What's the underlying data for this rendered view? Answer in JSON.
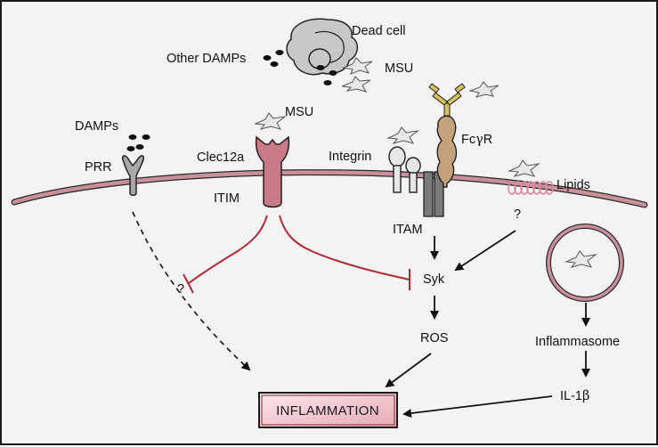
{
  "labels": {
    "dead_cell": "Dead cell",
    "other_damps": "Other DAMPs",
    "msu_top": "MSU",
    "msu_receptor": "MSU",
    "damps": "DAMPs",
    "prr": "PRR",
    "clec12a": "Clec12a",
    "itim": "ITIM",
    "integrin": "Integrin",
    "fcgr_prefix": "Fc",
    "fcgr_gamma": "γ",
    "fcgr_suffix": "R",
    "lipids": "Lipids",
    "itam": "ITAM",
    "question_lipids": "?",
    "question_left": "?",
    "syk": "Syk",
    "ros": "ROS",
    "inflammasome": "Inflammasome",
    "il1b_prefix": "IL-1",
    "il1b_beta": "β",
    "inflammation": "INFLAMMATION"
  },
  "colors": {
    "membrane": "#c9909c",
    "receptor_red": "#c97a86",
    "inhibit": "#b02a35",
    "prr_gray": "#a8a8a8",
    "fcgr_tan": "#c4a37c",
    "antibody_gold": "#d8c060",
    "integrin_fill": "#e6e6e6",
    "box_fill": "#f3d0d6"
  }
}
